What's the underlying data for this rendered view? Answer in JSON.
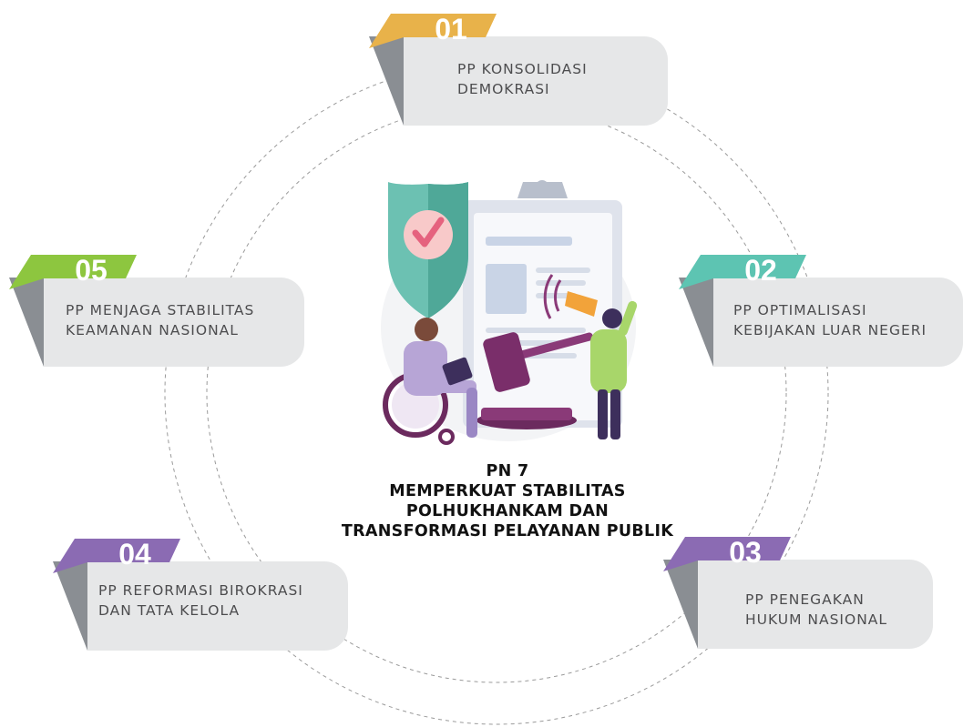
{
  "center": {
    "line1": "PN 7",
    "line2": "MEMPERKUAT STABILITAS",
    "line3": "POLHUKHANKAM DAN",
    "line4": "TRANSFORMASI PELAYANAN PUBLIK"
  },
  "cards": {
    "c01": {
      "number": "01",
      "label": "PP KONSOLIDASI\nDEMOKRASI",
      "color": "#e8b24a",
      "fold_color": "#8a8e93"
    },
    "c02": {
      "number": "02",
      "label": "PP OPTIMALISASI\nKEBIJAKAN LUAR NEGERI",
      "color": "#5dc4b2",
      "fold_color": "#8a8e93"
    },
    "c03": {
      "number": "03",
      "label": "PP PENEGAKAN\nHUKUM NASIONAL",
      "color": "#8b6bb3",
      "fold_color": "#8a8e93"
    },
    "c04": {
      "number": "04",
      "label": "PP REFORMASI BIROKRASI\nDAN TATA KELOLA",
      "color": "#8b6bb3",
      "fold_color": "#8a8e93"
    },
    "c05": {
      "number": "05",
      "label": "PP MENJAGA STABILITAS\nKEAMANAN NASIONAL",
      "color": "#8dc63f",
      "fold_color": "#8a8e93"
    }
  },
  "colors": {
    "panel": "#e6e7e8",
    "ring": "#9a9a9a",
    "shield": "#6cc1b2",
    "check": "#e5627e",
    "gavel": "#8a3a78",
    "person_green": "#a8d66a"
  },
  "icons": {
    "illustration": "shield-clipboard-gavel-people-illustration"
  }
}
